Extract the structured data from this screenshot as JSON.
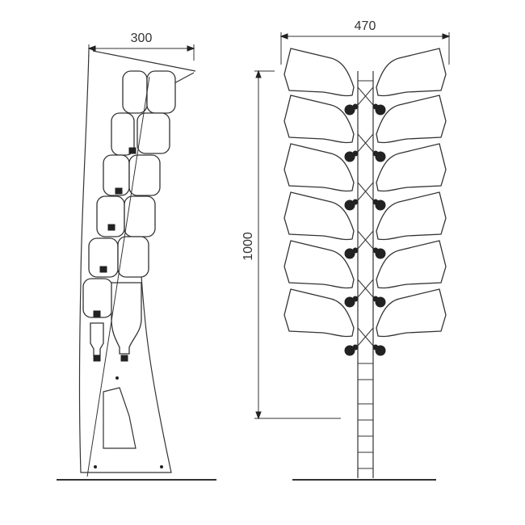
{
  "dimensions": {
    "side_width": "300",
    "front_width": "470",
    "height": "1000"
  }
}
